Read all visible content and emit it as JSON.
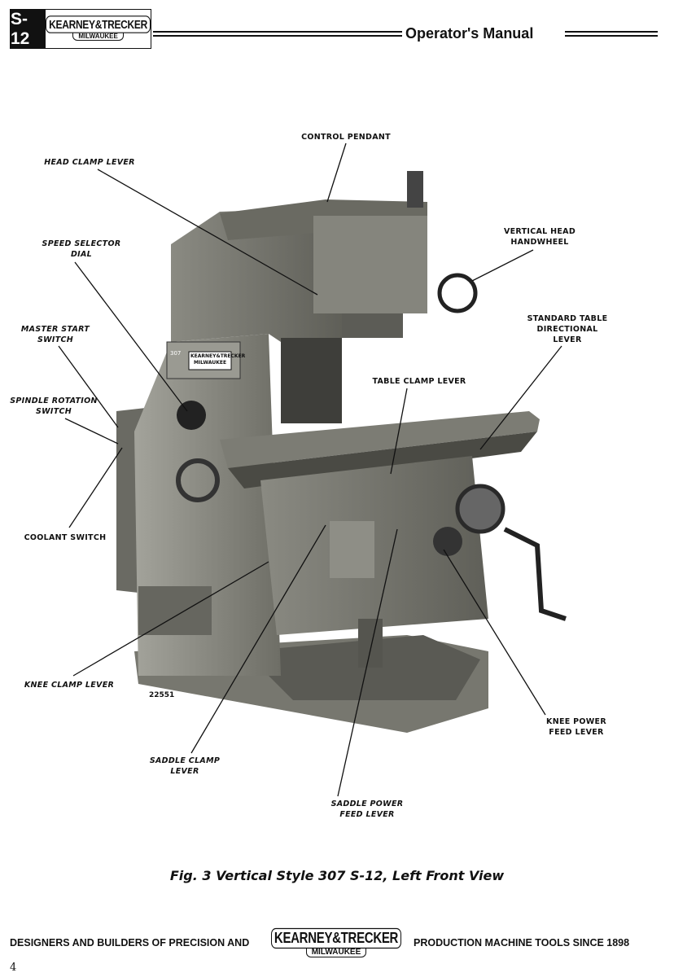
{
  "header": {
    "model_badge": "S-12",
    "logo_top": "KEARNEY&TRECKER",
    "logo_bottom": "MILWAUKEE",
    "title": "Operator's Manual"
  },
  "figure": {
    "photo_number": "22551",
    "labels": {
      "control_pendant": "CONTROL PENDANT",
      "head_clamp_lever": "HEAD CLAMP LEVER",
      "speed_selector_dial": [
        "SPEED SELECTOR",
        "DIAL"
      ],
      "master_start_switch": [
        "MASTER START",
        "SWITCH"
      ],
      "spindle_rotation_switch": [
        "SPINDLE ROTATION",
        "SWITCH"
      ],
      "coolant_switch": "COOLANT SWITCH",
      "knee_clamp_lever": "KNEE CLAMP LEVER",
      "saddle_clamp_lever": [
        "SADDLE CLAMP",
        "LEVER"
      ],
      "saddle_power_feed_lever": [
        "SADDLE POWER",
        "FEED LEVER"
      ],
      "knee_power_feed_lever": [
        "KNEE POWER",
        "FEED LEVER"
      ],
      "vertical_head_handwheel": [
        "VERTICAL HEAD",
        "HANDWHEEL"
      ],
      "standard_table_directional_lever": [
        "STANDARD TABLE",
        "DIRECTIONAL",
        "LEVER"
      ],
      "table_clamp_lever": "TABLE CLAMP LEVER"
    },
    "machine_plate": {
      "logo_top": "KEARNEY&TRECKER",
      "logo_bottom": "MILWAUKEE",
      "model": "307"
    },
    "caption": "Fig. 3  Vertical Style 307 S-12, Left Front View"
  },
  "footer": {
    "left": "DESIGNERS AND BUILDERS OF PRECISION AND",
    "logo_top": "KEARNEY&TRECKER",
    "logo_bottom": "MILWAUKEE",
    "right": "PRODUCTION MACHINE TOOLS SINCE 1898",
    "page_number": "4"
  }
}
